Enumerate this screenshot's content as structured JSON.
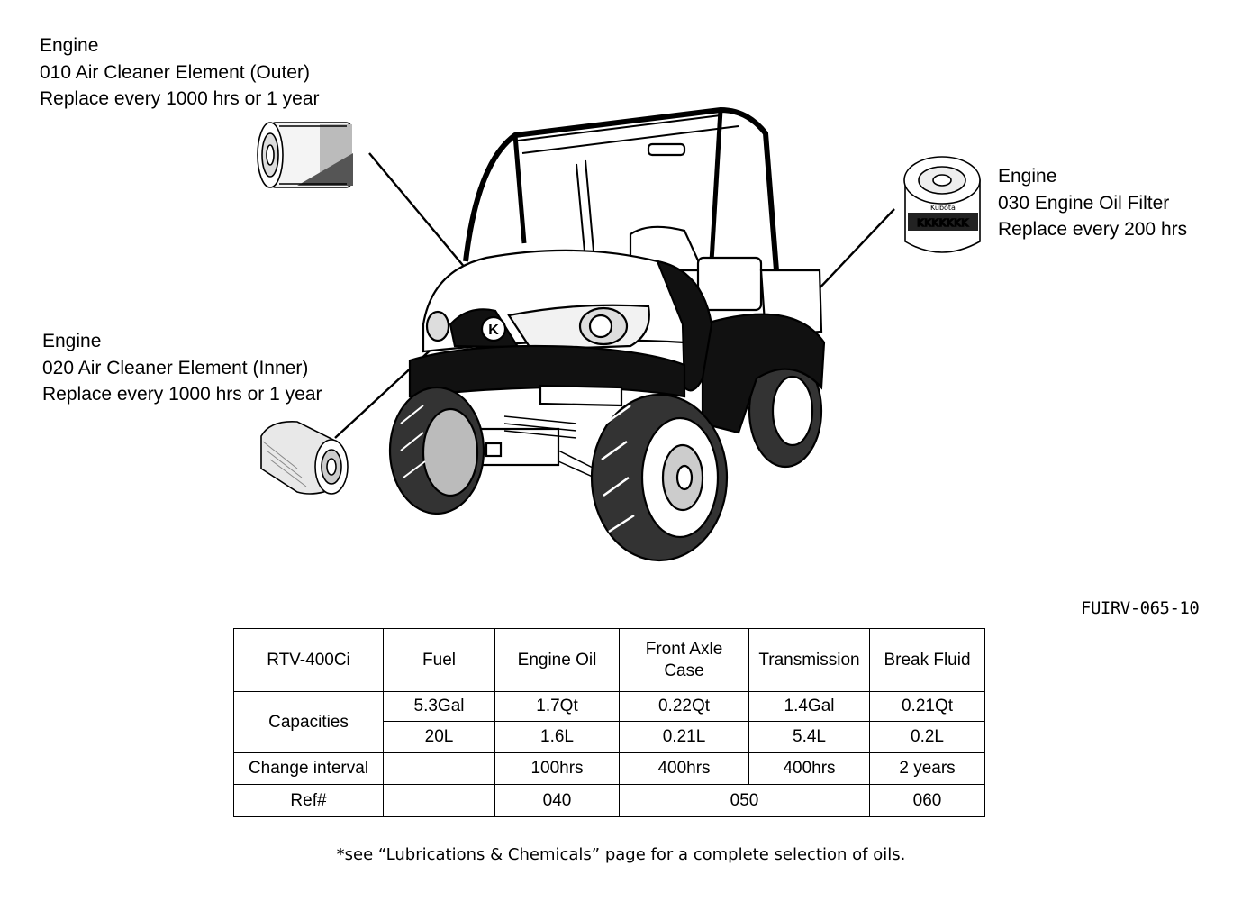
{
  "callouts": {
    "air_cleaner_outer": {
      "system": "Engine",
      "part": "010 Air Cleaner Element (Outer)",
      "interval": "Replace every 1000 hrs or 1 year"
    },
    "air_cleaner_inner": {
      "system": "Engine",
      "part": "020 Air Cleaner Element (Inner)",
      "interval": "Replace every 1000 hrs or 1 year"
    },
    "oil_filter": {
      "system": "Engine",
      "part": "030 Engine Oil Filter",
      "interval": "Replace every 200 hrs"
    }
  },
  "illustration": {
    "filter_brand": "Kubota",
    "hood_emblem": "K"
  },
  "figure_code": "FUIRV-065-10",
  "table": {
    "model": "RTV-400Ci",
    "columns": [
      "Fuel",
      "Engine Oil",
      "Front Axle Case",
      "Transmission",
      "Break Fluid"
    ],
    "capacities_label": "Capacities",
    "capacities_us": [
      "5.3Gal",
      "1.7Qt",
      "0.22Qt",
      "1.4Gal",
      "0.21Qt"
    ],
    "capacities_metric": [
      "20L",
      "1.6L",
      "0.21L",
      "5.4L",
      "0.2L"
    ],
    "change_interval_label": "Change interval",
    "change_interval": [
      "",
      "100hrs",
      "400hrs",
      "400hrs",
      "2 years"
    ],
    "ref_label": "Ref#",
    "ref_engine_oil": "040",
    "ref_axle_transmission": "050",
    "ref_brake_fluid": "060"
  },
  "footnote": "*see “Lubrications & Chemicals” page for a complete selection of oils."
}
